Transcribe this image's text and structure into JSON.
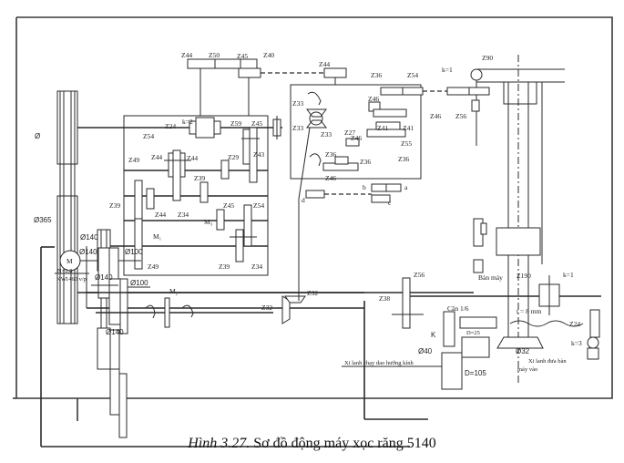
{
  "caption": {
    "figure_number": "Hình 3.27.",
    "title": "Sơ đồ động máy xọc răng 5140"
  },
  "motor": {
    "symbol": "M",
    "power": "N=2,8",
    "power_unit": "KW",
    "speed": "1460 v/p"
  },
  "pulleys": {
    "main_top": "Ø",
    "main_bottom": "Ø365",
    "p1": "Ø140",
    "p2": "Ø140",
    "p3": "Ø100",
    "p4": "Ø140",
    "p5": "Ø100",
    "p6": "Ø140"
  },
  "clutches": {
    "m1": "M₁",
    "m2": "M₂",
    "m3": "M₃"
  },
  "top_gears": {
    "z44": "Z44",
    "z50": "Z50",
    "z45": "Z45",
    "z40": "Z40"
  },
  "gearbox": {
    "z24": "Z24",
    "k2": "k=2",
    "z54a": "Z54",
    "z44a": "Z44",
    "z44b": "Z44",
    "z49a": "Z49",
    "z39a": "Z39",
    "z49b": "Z49",
    "z44c": "Z44",
    "z34a": "Z34",
    "z39b": "Z39",
    "z29": "Z29",
    "z59": "Z59",
    "z45a": "Z45",
    "z43": "Z43",
    "z45b": "Z45",
    "z54b": "Z54",
    "z39c": "Z39",
    "z34b": "Z34"
  },
  "differential": {
    "z44": "Z44",
    "z33a": "Z33",
    "z33b": "Z33",
    "z33c": "Z33",
    "z27": "Z27",
    "z46a": "Z46",
    "z46b": "Z46",
    "z46c": "Z46",
    "z36a": "Z36",
    "z36b": "Z36",
    "z36c": "Z36",
    "z36d": "Z36",
    "z54": "Z54",
    "z41a": "Z41",
    "z41b": "Z41",
    "z55": "Z55",
    "a": "a",
    "b": "b",
    "c": "c",
    "d": "d"
  },
  "spindle": {
    "z90": "Z90",
    "k1": "k=1",
    "z46": "Z46",
    "z56": "Z56"
  },
  "table": {
    "z56": "Z56",
    "z38": "Z38",
    "z32a": "Z32",
    "z32b": "Z32",
    "ban_may": "Bàn máy",
    "z190": "Z190",
    "k1": "k=1",
    "cam": "Cân 1/6",
    "k": "K",
    "pitch": "t = 8 mm",
    "z24": "Z24",
    "k3": "k=3",
    "d25": "D=25",
    "d40": "Ø40",
    "d32": "Ø32",
    "d105": "D=105",
    "radial_cylinder": "Xi lanh chạy dao hướng kính",
    "table_cylinder_1": "Xi lanh đưa bàn",
    "table_cylinder_2": "máy vào"
  }
}
